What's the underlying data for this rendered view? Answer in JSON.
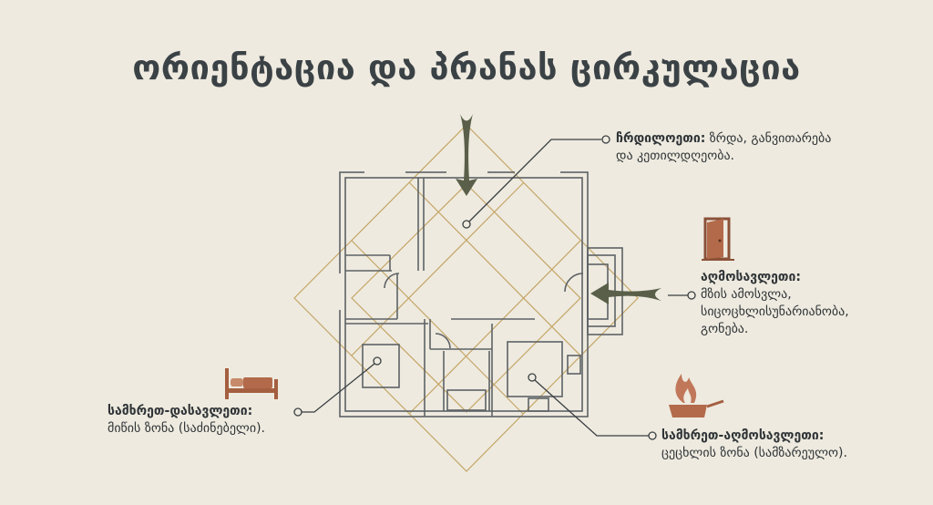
{
  "title": "ორიენტაცია და პრანას ცირკულაცია",
  "zones": {
    "north": {
      "heading": "ჩრდილოეთი:",
      "text_line1": "ზრდა, განვითარება",
      "text_line2": "და კეთილდღეობა."
    },
    "east": {
      "heading": "აღმოსავლეთი:",
      "text_line1": "მზის ამოსვლა,",
      "text_line2": "სიცოცხლისუნარიანობა,",
      "text_line3": "გონება."
    },
    "southwest": {
      "heading": "სამხრეთ-დასავლეთი:",
      "text": "მიწის ზონა (საძინებელი)."
    },
    "southeast": {
      "heading": "სამხრეთ-აღმოსავლეთი:",
      "text": "ცეცხლის ზონა (სამზარეულო)."
    }
  },
  "icons": {
    "east": "door-icon",
    "southwest": "bed-icon",
    "southeast": "pan-fire-icon",
    "north_arrow": "arrow-down-icon",
    "east_arrow": "arrow-left-icon"
  },
  "colors": {
    "background": "#eeeadf",
    "text": "#373c3f",
    "gold": "#c4a566",
    "icon": "#b36a4a",
    "arrow": "#5a5f4a"
  }
}
